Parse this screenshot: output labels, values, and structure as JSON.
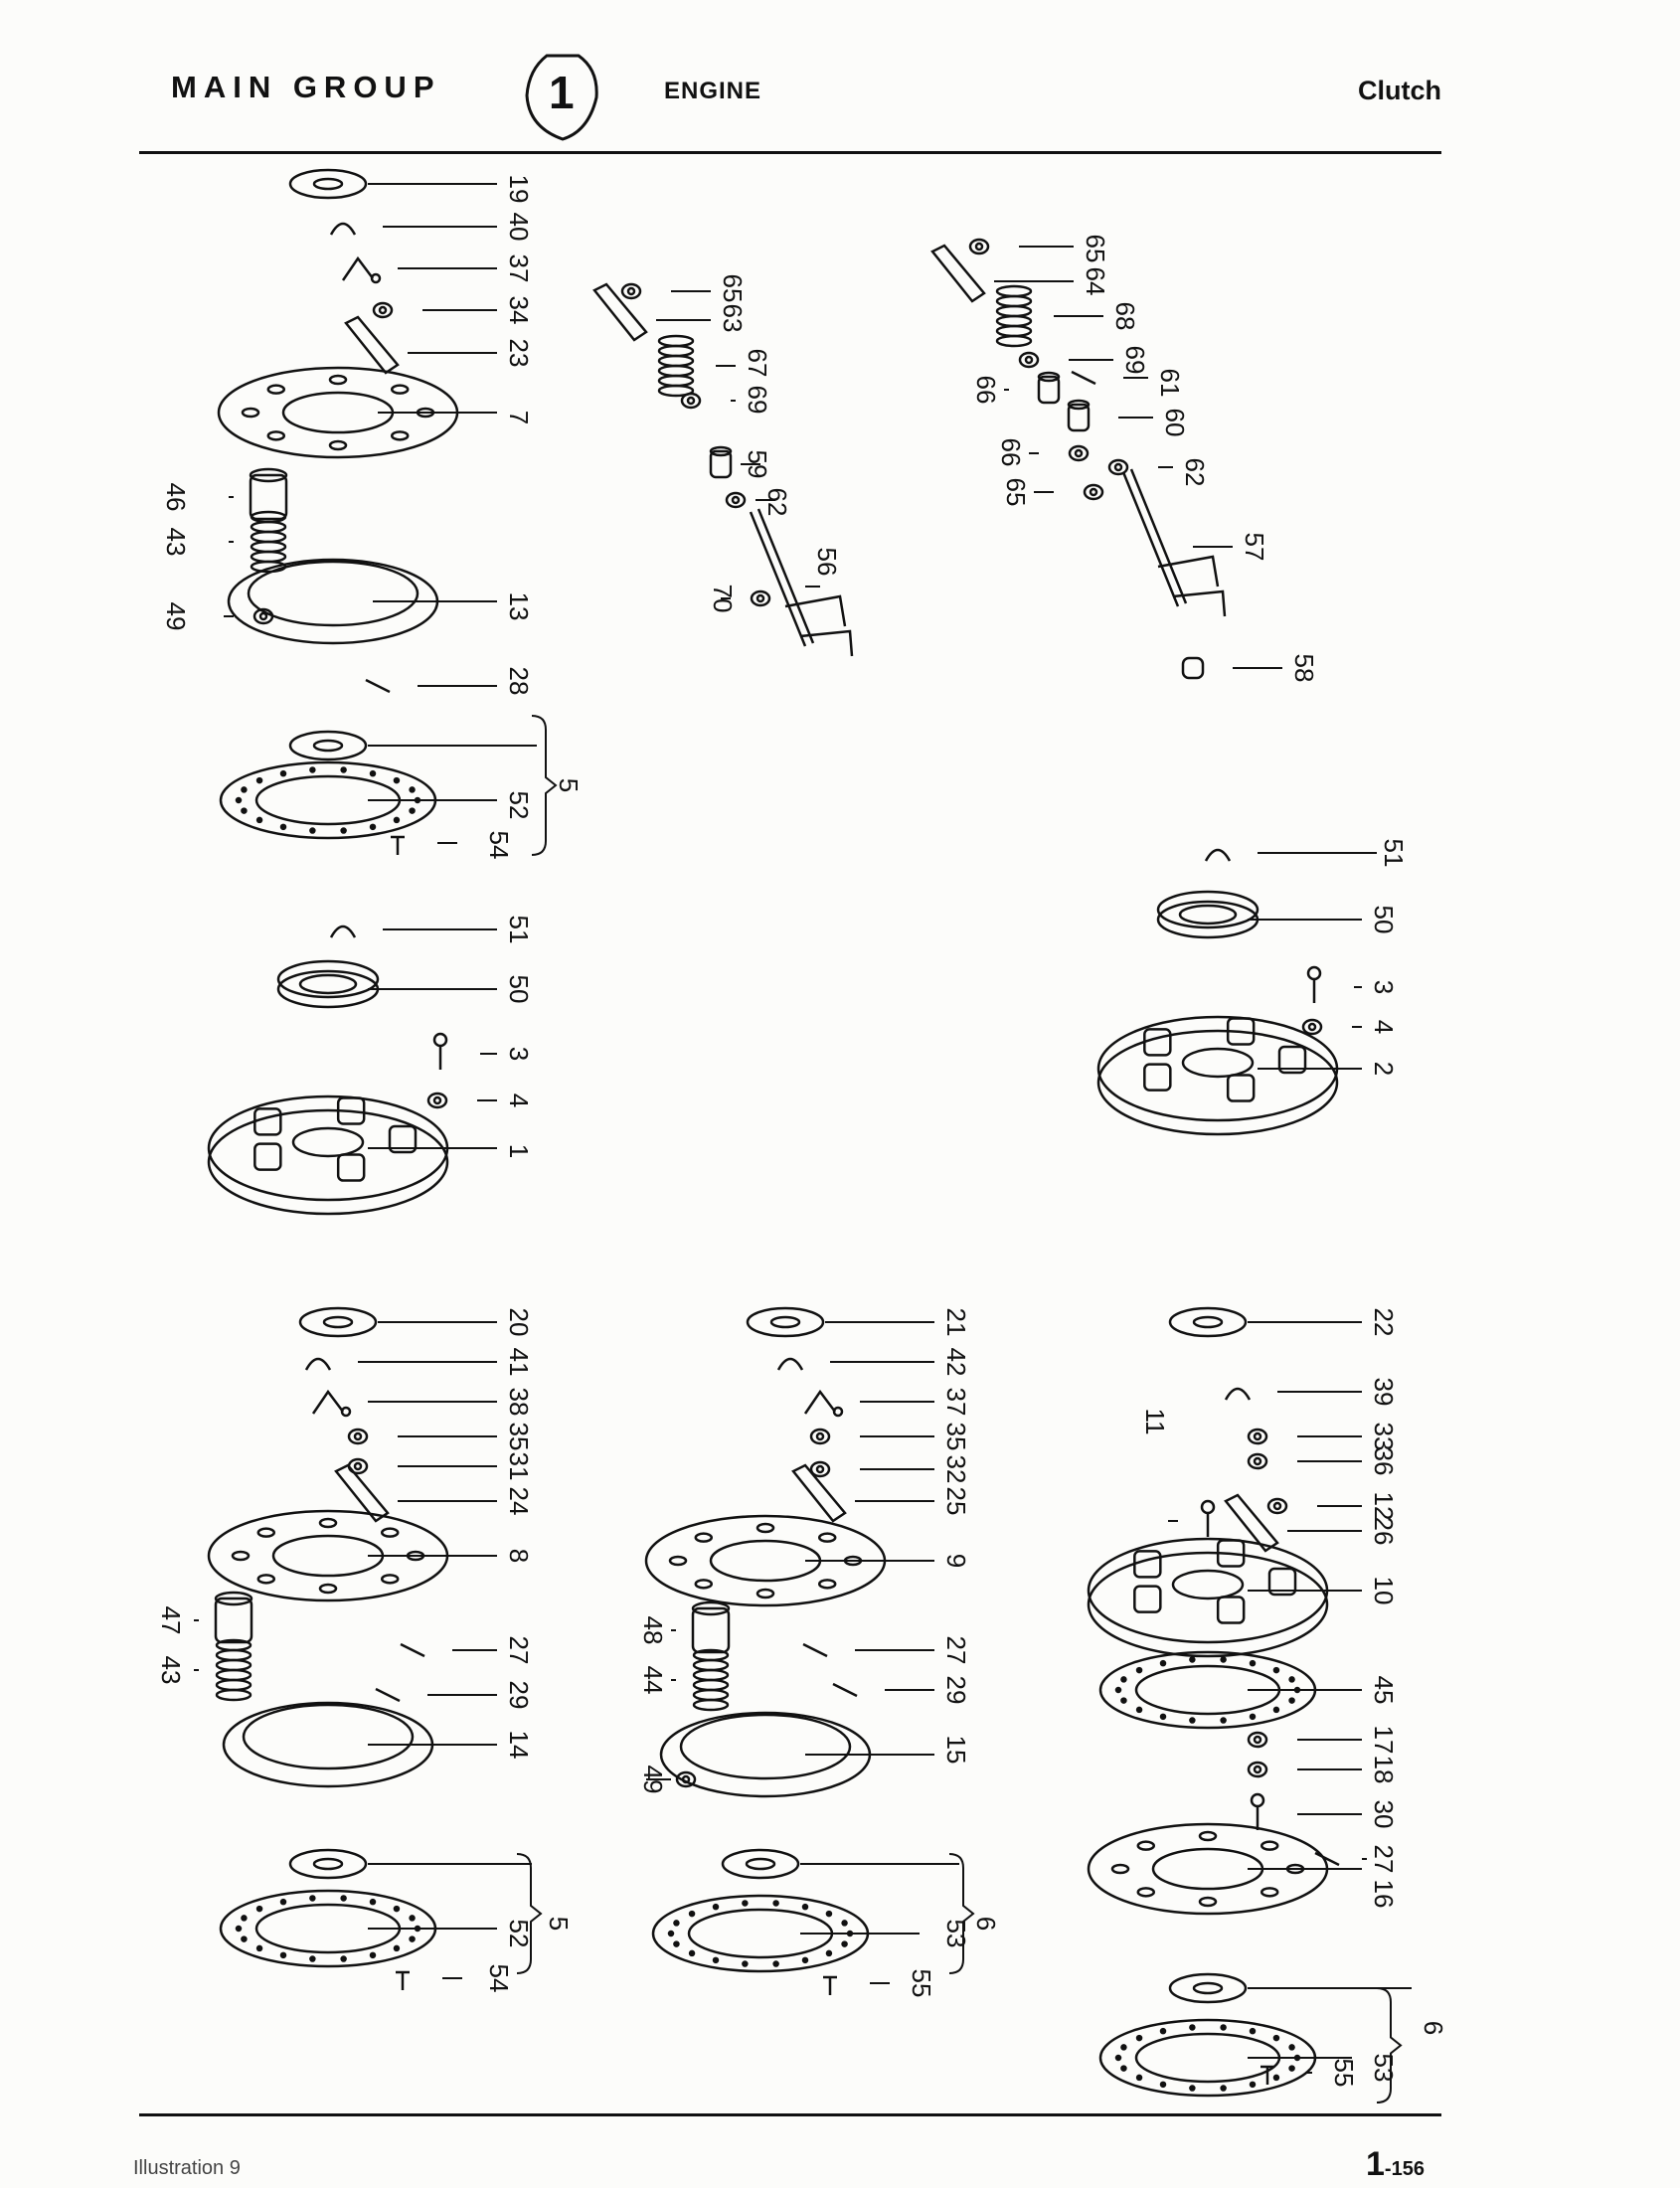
{
  "header": {
    "main_group": "MAIN GROUP",
    "group_number": "1",
    "section": "ENGINE",
    "topic": "Clutch"
  },
  "diagram": {
    "assemblies": [
      {
        "items": [
          {
            "label": "19",
            "part": "release-plate"
          },
          {
            "label": "40",
            "part": "retaining-spring"
          },
          {
            "label": "37",
            "part": "anti-rattle-spring"
          },
          {
            "label": "34",
            "part": "adjusting-nut"
          },
          {
            "label": "23",
            "part": "release-lever"
          },
          {
            "label": "7",
            "part": "pressure-plate"
          },
          {
            "label": "46",
            "part": "spring-cup"
          },
          {
            "label": "43",
            "part": "thrust-spring"
          },
          {
            "label": "49",
            "part": "washer"
          },
          {
            "label": "13",
            "part": "clutch-cover"
          },
          {
            "label": "28",
            "part": "stud"
          },
          {
            "label": "5",
            "part": "clutch-plate-assembly"
          },
          {
            "label": "52",
            "part": "lining-set"
          },
          {
            "label": "54",
            "part": "rivet"
          }
        ]
      },
      {
        "items": [
          {
            "label": "65",
            "part": "circlip"
          },
          {
            "label": "63",
            "part": "operating-lever"
          },
          {
            "label": "67",
            "part": "return-spring"
          },
          {
            "label": "69",
            "part": "spring-seat"
          },
          {
            "label": "59",
            "part": "bushing"
          },
          {
            "label": "62",
            "part": "washer"
          },
          {
            "label": "70",
            "part": "circlip"
          },
          {
            "label": "56",
            "part": "operating-shaft"
          }
        ]
      },
      {
        "items": [
          {
            "label": "65",
            "part": "circlip"
          },
          {
            "label": "64",
            "part": "operating-lever"
          },
          {
            "label": "68",
            "part": "return-spring"
          },
          {
            "label": "69",
            "part": "spring-seat"
          },
          {
            "label": "66",
            "part": "bushing"
          },
          {
            "label": "61",
            "part": "key"
          },
          {
            "label": "60",
            "part": "bushing"
          },
          {
            "label": "66",
            "part": "washer"
          },
          {
            "label": "65",
            "part": "circlip"
          },
          {
            "label": "62",
            "part": "washer"
          },
          {
            "label": "57",
            "part": "operating-shaft"
          },
          {
            "label": "58",
            "part": "end-cap"
          }
        ]
      },
      {
        "items": [
          {
            "label": "51",
            "part": "circlip"
          },
          {
            "label": "50",
            "part": "release-bearing"
          },
          {
            "label": "3",
            "part": "bolt"
          },
          {
            "label": "4",
            "part": "lock-washer"
          },
          {
            "label": "1",
            "part": "clutch-assembly"
          }
        ]
      },
      {
        "items": [
          {
            "label": "51",
            "part": "circlip"
          },
          {
            "label": "50",
            "part": "release-bearing"
          },
          {
            "label": "3",
            "part": "bolt"
          },
          {
            "label": "4",
            "part": "lock-washer"
          },
          {
            "label": "2",
            "part": "clutch-assembly"
          }
        ]
      },
      {
        "items": [
          {
            "label": "20",
            "part": "release-plate"
          },
          {
            "label": "41",
            "part": "retaining-spring"
          },
          {
            "label": "38",
            "part": "anti-rattle-spring"
          },
          {
            "label": "35",
            "part": "adjusting-nut"
          },
          {
            "label": "31",
            "part": "washer"
          },
          {
            "label": "24",
            "part": "release-lever"
          },
          {
            "label": "8",
            "part": "pressure-plate"
          },
          {
            "label": "47",
            "part": "spring-cup"
          },
          {
            "label": "43",
            "part": "thrust-spring"
          },
          {
            "label": "27",
            "part": "pin"
          },
          {
            "label": "29",
            "part": "eyebolt"
          },
          {
            "label": "14",
            "part": "clutch-cover"
          },
          {
            "label": "5",
            "part": "clutch-plate-assembly"
          },
          {
            "label": "52",
            "part": "lining-set"
          },
          {
            "label": "54",
            "part": "rivet"
          }
        ]
      },
      {
        "items": [
          {
            "label": "21",
            "part": "release-plate"
          },
          {
            "label": "42",
            "part": "retaining-spring"
          },
          {
            "label": "37",
            "part": "anti-rattle-spring"
          },
          {
            "label": "35",
            "part": "adjusting-nut"
          },
          {
            "label": "32",
            "part": "washer"
          },
          {
            "label": "25",
            "part": "release-lever"
          },
          {
            "label": "9",
            "part": "pressure-plate"
          },
          {
            "label": "48",
            "part": "spring-cup"
          },
          {
            "label": "44",
            "part": "thrust-spring"
          },
          {
            "label": "27",
            "part": "pin"
          },
          {
            "label": "29",
            "part": "eyebolt"
          },
          {
            "label": "15",
            "part": "clutch-cover"
          },
          {
            "label": "49",
            "part": "washer"
          },
          {
            "label": "6",
            "part": "clutch-plate-assembly"
          },
          {
            "label": "53",
            "part": "lining-set"
          },
          {
            "label": "55",
            "part": "rivet"
          }
        ]
      },
      {
        "items": [
          {
            "label": "22",
            "part": "release-plate"
          },
          {
            "label": "39",
            "part": "anti-rattle-spring"
          },
          {
            "label": "33",
            "part": "adjusting-nut"
          },
          {
            "label": "36",
            "part": "washer"
          },
          {
            "label": "11",
            "part": "pin"
          },
          {
            "label": "12",
            "part": "eyebolt"
          },
          {
            "label": "26",
            "part": "release-lever"
          },
          {
            "label": "10",
            "part": "clutch-cover"
          },
          {
            "label": "45",
            "part": "diaphragm-spring"
          },
          {
            "label": "17",
            "part": "spacer"
          },
          {
            "label": "18",
            "part": "rivet"
          },
          {
            "label": "30",
            "part": "bolt"
          },
          {
            "label": "27",
            "part": "pin"
          },
          {
            "label": "16",
            "part": "pressure-plate"
          },
          {
            "label": "6",
            "part": "clutch-plate-assembly"
          },
          {
            "label": "53",
            "part": "lining-set"
          },
          {
            "label": "55",
            "part": "rivet"
          }
        ]
      }
    ]
  },
  "footer": {
    "illustration": "Illustration 9",
    "page_main": "1",
    "page_sub": "-156"
  },
  "style": {
    "ink": "#111111",
    "paper": "#fcfcfa"
  }
}
